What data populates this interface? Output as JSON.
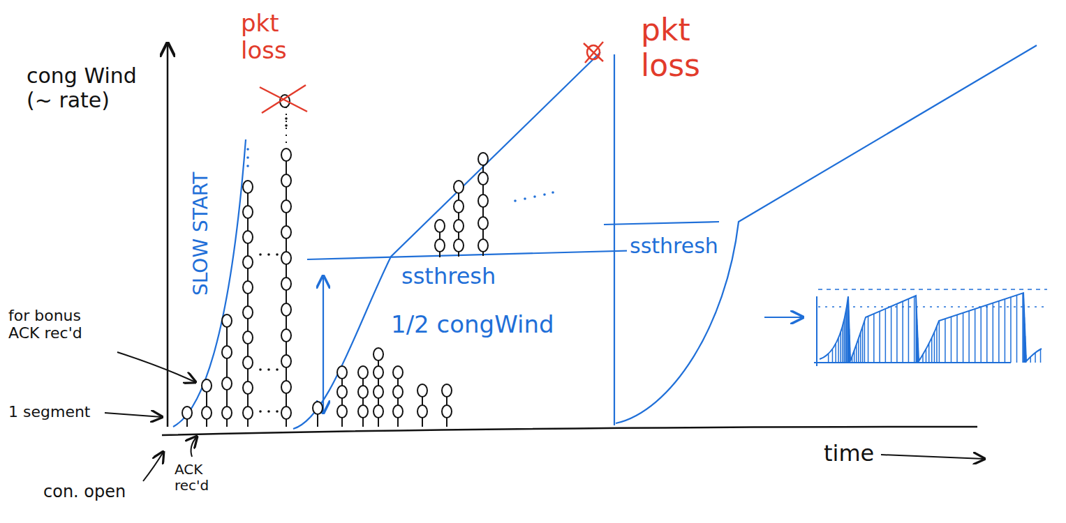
{
  "diagram": {
    "labels": [
      "pkt loss",
      "pkt loss",
      "cong Wind (~ rate)",
      "SLOW START",
      "for bonus ACK rec'd",
      "1 segment",
      "con. open",
      "ACK rec'd",
      "ssthresh",
      "1/2 congWind",
      "ssthresh",
      "time"
    ]
  }
}
